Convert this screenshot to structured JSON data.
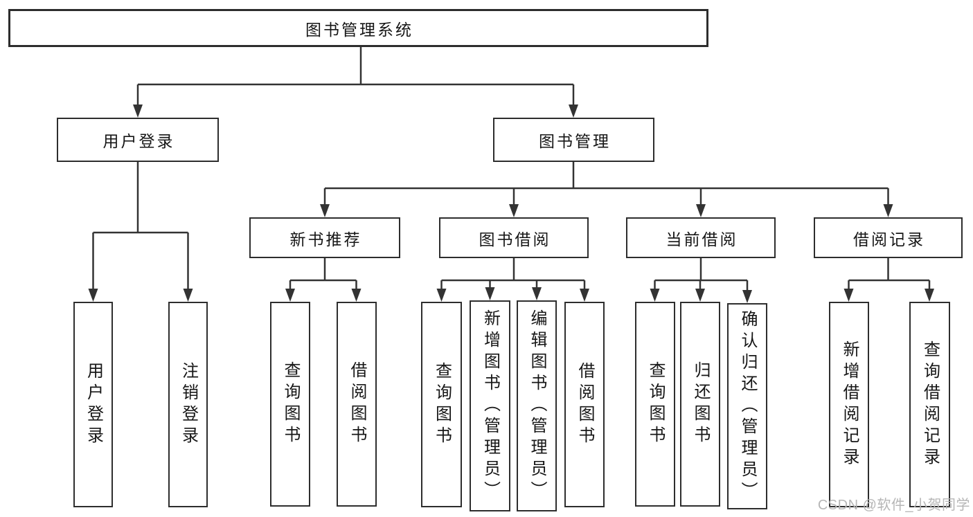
{
  "diagram": {
    "title": "图书管理系统",
    "tree": {
      "root": {
        "label": "图书管理系统"
      },
      "branches": [
        {
          "label": "用户登录",
          "children": [
            {
              "label": "用户登录"
            },
            {
              "label": "注销登录"
            }
          ]
        },
        {
          "label": "图书管理",
          "children": [
            {
              "label": "新书推荐",
              "children": [
                {
                  "label": "查询图书"
                },
                {
                  "label": "借阅图书"
                }
              ]
            },
            {
              "label": "图书借阅",
              "children": [
                {
                  "label": "查询图书"
                },
                {
                  "label": "新增图书（管理员）"
                },
                {
                  "label": "编辑图书（管理员）"
                },
                {
                  "label": "借阅图书"
                }
              ]
            },
            {
              "label": "当前借阅",
              "children": [
                {
                  "label": "查询图书"
                },
                {
                  "label": "归还图书"
                },
                {
                  "label": "确认归还（管理员）"
                }
              ]
            },
            {
              "label": "借阅记录",
              "children": [
                {
                  "label": "新增借阅记录"
                },
                {
                  "label": "查询借阅记录"
                }
              ]
            }
          ]
        }
      ]
    },
    "colors": {
      "line": "#333333",
      "box_border": "#2d2d2d",
      "box_fill": "#ffffff",
      "text": "#161616",
      "watermark": "#b6b6b6"
    }
  },
  "watermark": {
    "text": "CSDN @软件_小贺同学"
  }
}
